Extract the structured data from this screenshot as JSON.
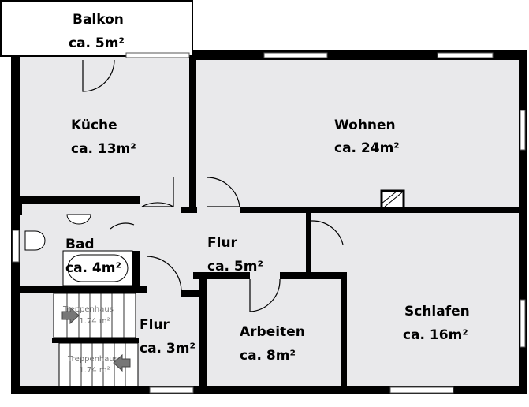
{
  "rooms": [
    {
      "name": "Balkon",
      "area": "ca. 5m²"
    },
    {
      "name": "Küche",
      "area": "ca. 13m²"
    },
    {
      "name": "Wohnen",
      "area": "ca. 24m²"
    },
    {
      "name": "Bad",
      "area": "ca. 4m²"
    },
    {
      "name": "Flur",
      "area": "ca. 5m²"
    },
    {
      "name": "Flur",
      "area": "ca. 3m²"
    },
    {
      "name": "Arbeiten",
      "area": "ca. 8m²"
    },
    {
      "name": "Schlafen",
      "area": "ca. 16m²"
    }
  ],
  "stairs": [
    {
      "name": "Treppenhaus",
      "area": "1.74 m²"
    },
    {
      "name": "Treppenhaus",
      "area": "1.74 m²"
    }
  ],
  "colors": {
    "floor": "#e9e9eb",
    "wall": "#000000",
    "stair_arrow": "#777777"
  }
}
